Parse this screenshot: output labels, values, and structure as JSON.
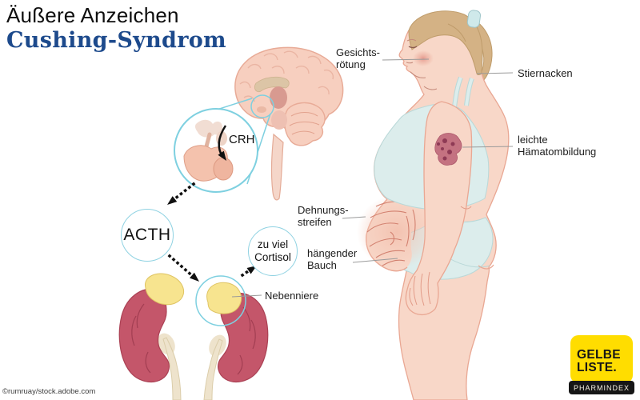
{
  "title": {
    "line1": "Äußere Anzeichen",
    "line2": "Cushing-Syndrom"
  },
  "pathway": {
    "crh": "CRH",
    "acth": "ACTH",
    "cortisol_line1": "zu viel",
    "cortisol_line2": "Cortisol",
    "adrenal": "Nebenniere"
  },
  "labels": {
    "face_line1": "Gesichts-",
    "face_line2": "rötung",
    "neck": "Stiernacken",
    "hematoma_line1": "leichte",
    "hematoma_line2": "Hämatombildung",
    "stretch_line1": "Dehnungs-",
    "stretch_line2": "streifen",
    "belly_line1": "hängender",
    "belly_line2": "Bauch"
  },
  "credit": "©rumruay/stock.adobe.com",
  "logo": {
    "line1": "GELBE",
    "line2": "LISTE.",
    "sub": "PHARMINDEX"
  },
  "colors": {
    "title_blue": "#1d4a8c",
    "accent_cyan": "#7ed0e0",
    "logo_yellow": "#ffdd00",
    "kidney_red": "#c4566a",
    "adrenal_yellow": "#f7e48f",
    "skin": "#f8d7c8",
    "clothing_blue": "#dcedec"
  }
}
